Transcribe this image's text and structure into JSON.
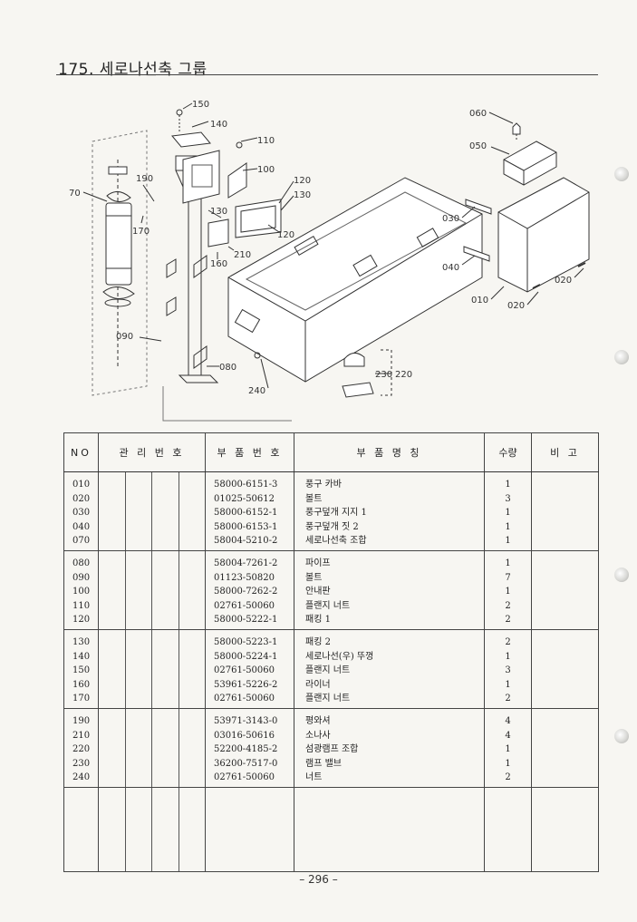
{
  "title": "175. 세로나선축 그룹",
  "page_number": "– 296 –",
  "diagram": {
    "callouts": [
      "150",
      "140",
      "110",
      "100",
      "120",
      "130",
      "190",
      "70",
      "130",
      "170",
      "210",
      "160",
      "120",
      "090",
      "080",
      "240",
      "230",
      "220",
      "060",
      "050",
      "030",
      "040",
      "010",
      "020",
      "020"
    ]
  },
  "table": {
    "headers": {
      "no": "NO",
      "mgmt": "관 리 번 호",
      "part_no": "부 품 번 호",
      "name": "부   품   명   칭",
      "qty": "수량",
      "note": "비 고"
    },
    "groups": [
      {
        "rows": [
          {
            "no": "010",
            "part": "58000-6151-3",
            "name": "풍구 카바",
            "qty": "1"
          },
          {
            "no": "020",
            "part": "01025-50612",
            "name": "볼트",
            "qty": "3"
          },
          {
            "no": "030",
            "part": "58000-6152-1",
            "name": "풍구덮개 지지 1",
            "qty": "1"
          },
          {
            "no": "040",
            "part": "58000-6153-1",
            "name": "풍구덮개 짓 2",
            "qty": "1"
          },
          {
            "no": "070",
            "part": "58004-5210-2",
            "name": "세로나선축 조합",
            "qty": "1"
          }
        ]
      },
      {
        "rows": [
          {
            "no": "080",
            "part": "58004-7261-2",
            "name": "파이프",
            "qty": "1"
          },
          {
            "no": "090",
            "part": "01123-50820",
            "name": "볼트",
            "qty": "7"
          },
          {
            "no": "100",
            "part": "58000-7262-2",
            "name": "안내판",
            "qty": "1"
          },
          {
            "no": "110",
            "part": "02761-50060",
            "name": "플랜지 너트",
            "qty": "2"
          },
          {
            "no": "120",
            "part": "58000-5222-1",
            "name": "패킹 1",
            "qty": "2"
          }
        ]
      },
      {
        "rows": [
          {
            "no": "130",
            "part": "58000-5223-1",
            "name": "패킹 2",
            "qty": "2"
          },
          {
            "no": "140",
            "part": "58000-5224-1",
            "name": "세로나선(우) 뚜껑",
            "qty": "1"
          },
          {
            "no": "150",
            "part": "02761-50060",
            "name": "플랜지 너트",
            "qty": "3"
          },
          {
            "no": "160",
            "part": "53961-5226-2",
            "name": "라이너",
            "qty": "1"
          },
          {
            "no": "170",
            "part": "02761-50060",
            "name": "플랜지 너트",
            "qty": "2"
          }
        ]
      },
      {
        "rows": [
          {
            "no": "190",
            "part": "53971-3143-0",
            "name": "평와셔",
            "qty": "4"
          },
          {
            "no": "210",
            "part": "03016-50616",
            "name": "소나사",
            "qty": "4"
          },
          {
            "no": "220",
            "part": "52200-4185-2",
            "name": "섬광램프 조합",
            "qty": "1"
          },
          {
            "no": "230",
            "part": "36200-7517-0",
            "name": "램프 밸브",
            "qty": "1"
          },
          {
            "no": "240",
            "part": "02761-50060",
            "name": "너트",
            "qty": "2"
          }
        ]
      }
    ]
  }
}
